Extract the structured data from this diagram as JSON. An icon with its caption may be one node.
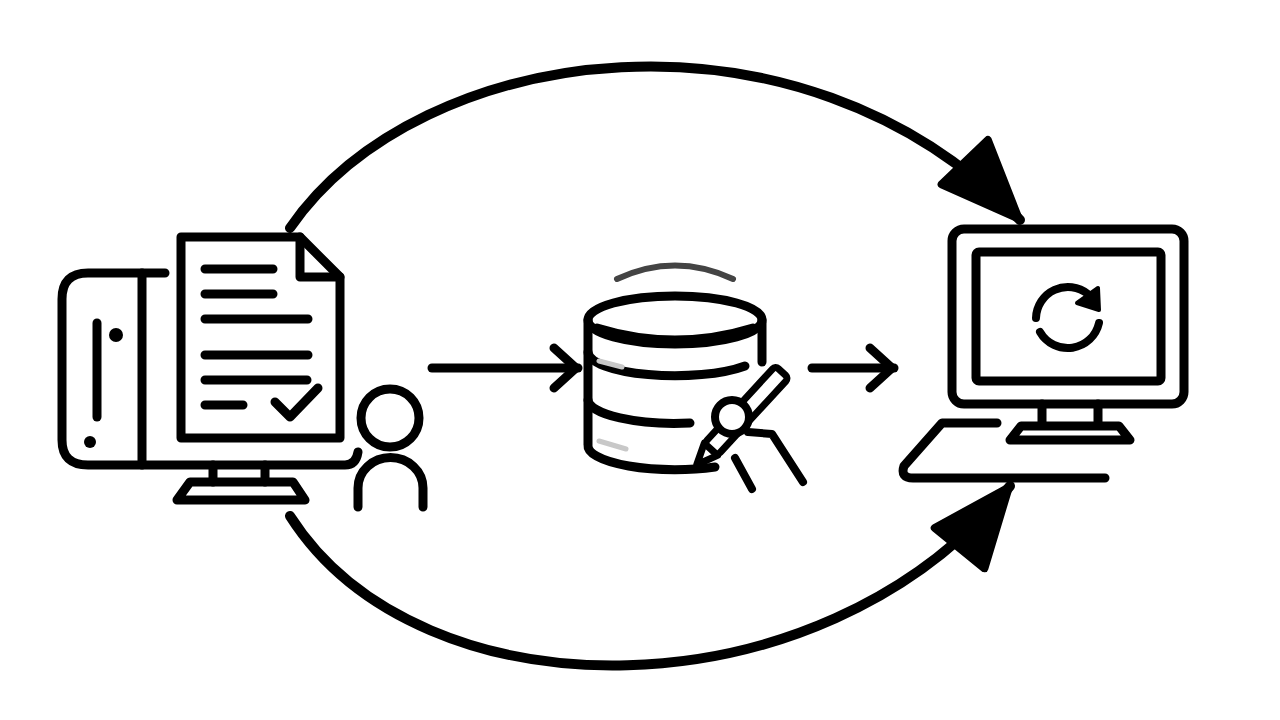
{
  "diagram": {
    "nodes": [
      {
        "text": [],
        "shape": "picture"
      },
      {
        "text": [],
        "shape": "picture"
      },
      {
        "text": [],
        "shape": "picture"
      }
    ],
    "edges": [
      {
        "from": 0,
        "to": 1,
        "arrow": "to"
      },
      {
        "from": 1,
        "to": 2,
        "arrow": "to"
      },
      {
        "from": 0,
        "to": 2,
        "arrow": "to"
      },
      {
        "from": 0,
        "to": 2,
        "arrow": "to"
      }
    ]
  }
}
